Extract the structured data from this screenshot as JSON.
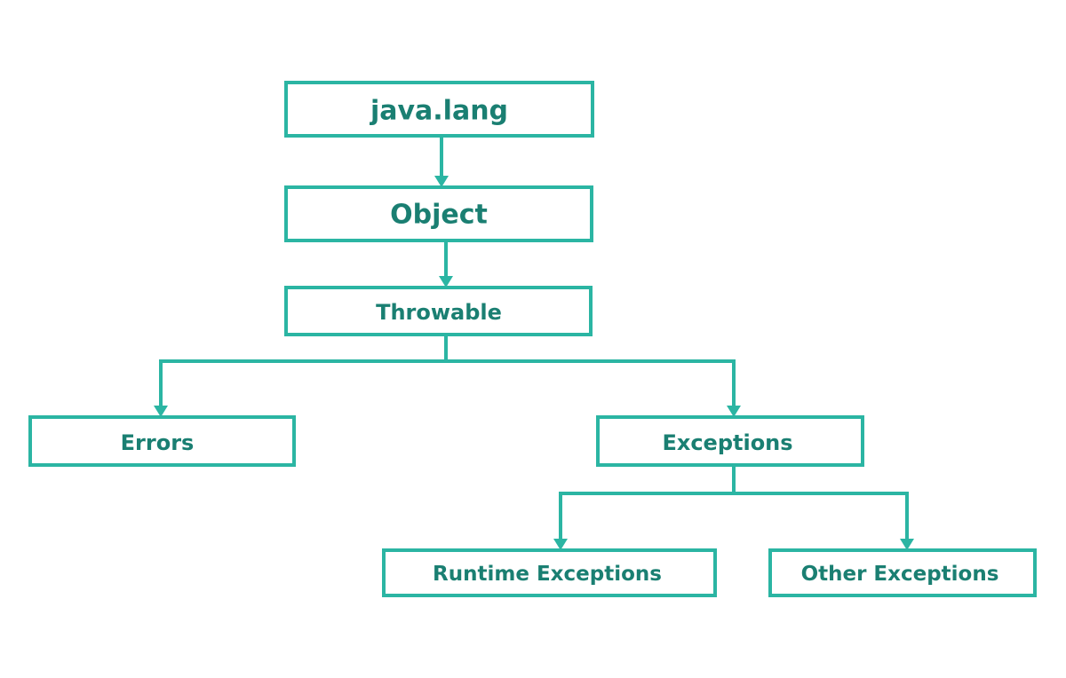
{
  "diagram": {
    "colors": {
      "stroke": "#2bb5a3",
      "text": "#1a7f72",
      "background": "#ffffff"
    },
    "nodes": {
      "java_lang": "java.lang",
      "object": "Object",
      "throwable": "Throwable",
      "errors": "Errors",
      "exceptions": "Exceptions",
      "runtime_exceptions": "Runtime Exceptions",
      "other_exceptions": "Other Exceptions"
    }
  }
}
